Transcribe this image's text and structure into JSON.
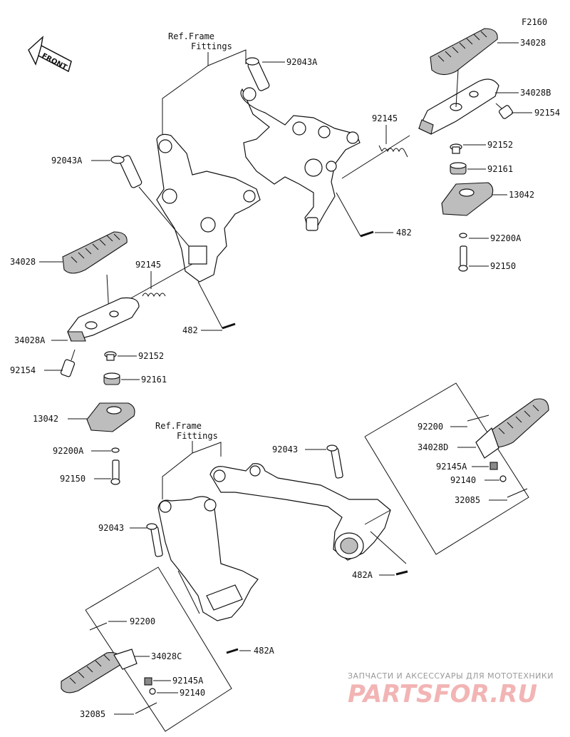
{
  "figure_code": "F2160",
  "front_label": "FRONT",
  "ref_frame_label_1": "Ref.Frame",
  "ref_frame_label_2": "Fittings",
  "parts": [
    {
      "id": "p1",
      "code": "92043A"
    },
    {
      "id": "p2",
      "code": "34028"
    },
    {
      "id": "p3",
      "code": "34028B"
    },
    {
      "id": "p4",
      "code": "92154"
    },
    {
      "id": "p5",
      "code": "92145"
    },
    {
      "id": "p6",
      "code": "92152"
    },
    {
      "id": "p7",
      "code": "92161"
    },
    {
      "id": "p8",
      "code": "13042"
    },
    {
      "id": "p9",
      "code": "482"
    },
    {
      "id": "p10",
      "code": "92200A"
    },
    {
      "id": "p11",
      "code": "92150"
    },
    {
      "id": "p12",
      "code": "92043A"
    },
    {
      "id": "p13",
      "code": "34028"
    },
    {
      "id": "p14",
      "code": "92145"
    },
    {
      "id": "p15",
      "code": "482"
    },
    {
      "id": "p16",
      "code": "34028A"
    },
    {
      "id": "p17",
      "code": "92152"
    },
    {
      "id": "p18",
      "code": "92154"
    },
    {
      "id": "p19",
      "code": "92161"
    },
    {
      "id": "p20",
      "code": "13042"
    },
    {
      "id": "p21",
      "code": "92200A"
    },
    {
      "id": "p22",
      "code": "92150"
    },
    {
      "id": "p23",
      "code": "92043"
    },
    {
      "id": "p24",
      "code": "92200"
    },
    {
      "id": "p25",
      "code": "34028D"
    },
    {
      "id": "p26",
      "code": "92145A"
    },
    {
      "id": "p27",
      "code": "92140"
    },
    {
      "id": "p28",
      "code": "32085"
    },
    {
      "id": "p29",
      "code": "92043"
    },
    {
      "id": "p30",
      "code": "482A"
    },
    {
      "id": "p31",
      "code": "92200"
    },
    {
      "id": "p32",
      "code": "482A"
    },
    {
      "id": "p33",
      "code": "34028C"
    },
    {
      "id": "p34",
      "code": "92145A"
    },
    {
      "id": "p35",
      "code": "92140"
    },
    {
      "id": "p36",
      "code": "32085"
    }
  ],
  "watermark_line_1": "ЗАПЧАСТИ И АКСЕССУАРЫ ДЛЯ МОТОТЕХНИКИ",
  "watermark_line_2": "PARTSFOR.RU"
}
